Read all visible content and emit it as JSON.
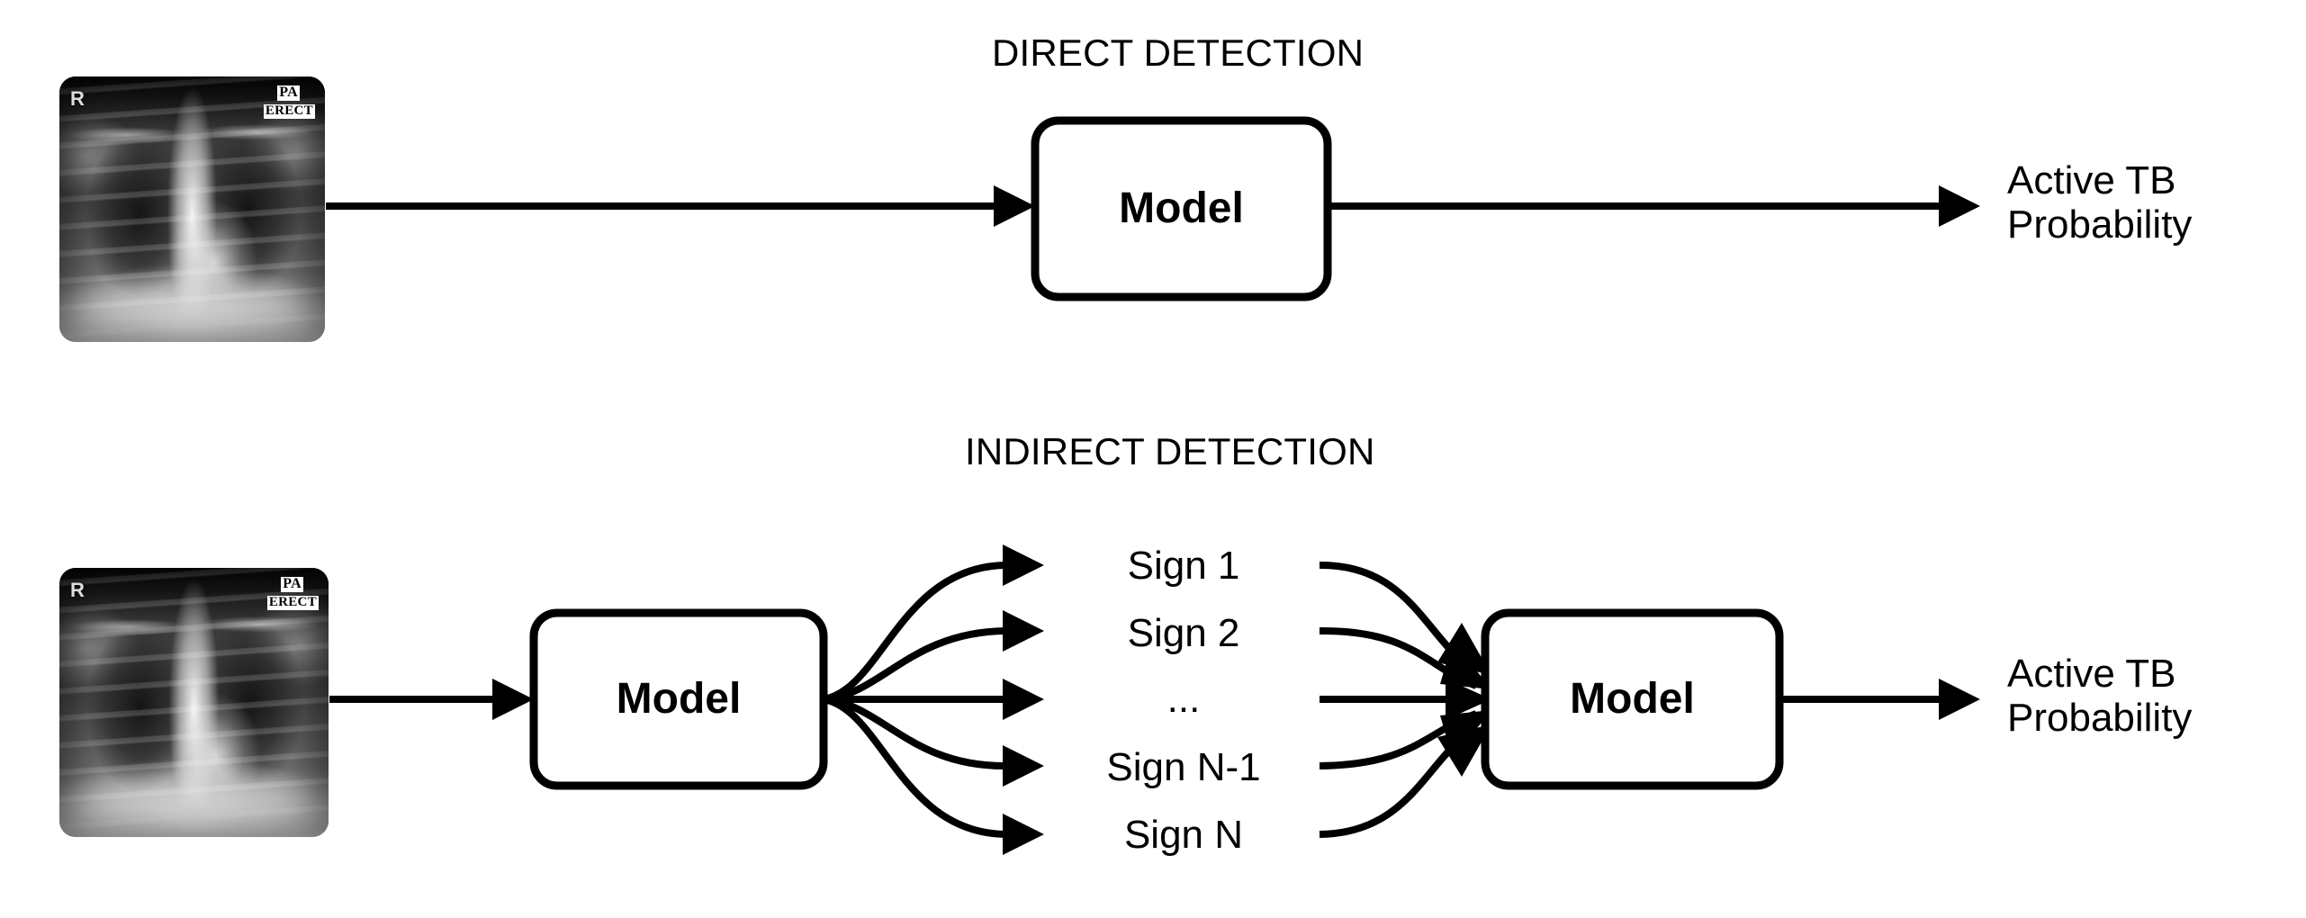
{
  "figure": {
    "title_direct": "DIRECT DETECTION",
    "title_indirect": "INDIRECT DETECTION",
    "stroke_color": "#000000",
    "background_color": "#ffffff"
  },
  "xray": {
    "alt": "chest-radiograph-pa-erect",
    "marker_side": "R",
    "marker_view": "PA",
    "marker_position": "ERECT"
  },
  "direct": {
    "title": "DIRECT DETECTION",
    "model_label": "Model",
    "output_line1": "Active TB",
    "output_line2": "Probability"
  },
  "indirect": {
    "title": "INDIRECT DETECTION",
    "model_label_first": "Model",
    "model_label_second": "Model",
    "signs": [
      "Sign 1",
      "Sign 2",
      "...",
      "Sign N-1",
      "Sign N"
    ],
    "output_line1": "Active TB",
    "output_line2": "Probability"
  }
}
